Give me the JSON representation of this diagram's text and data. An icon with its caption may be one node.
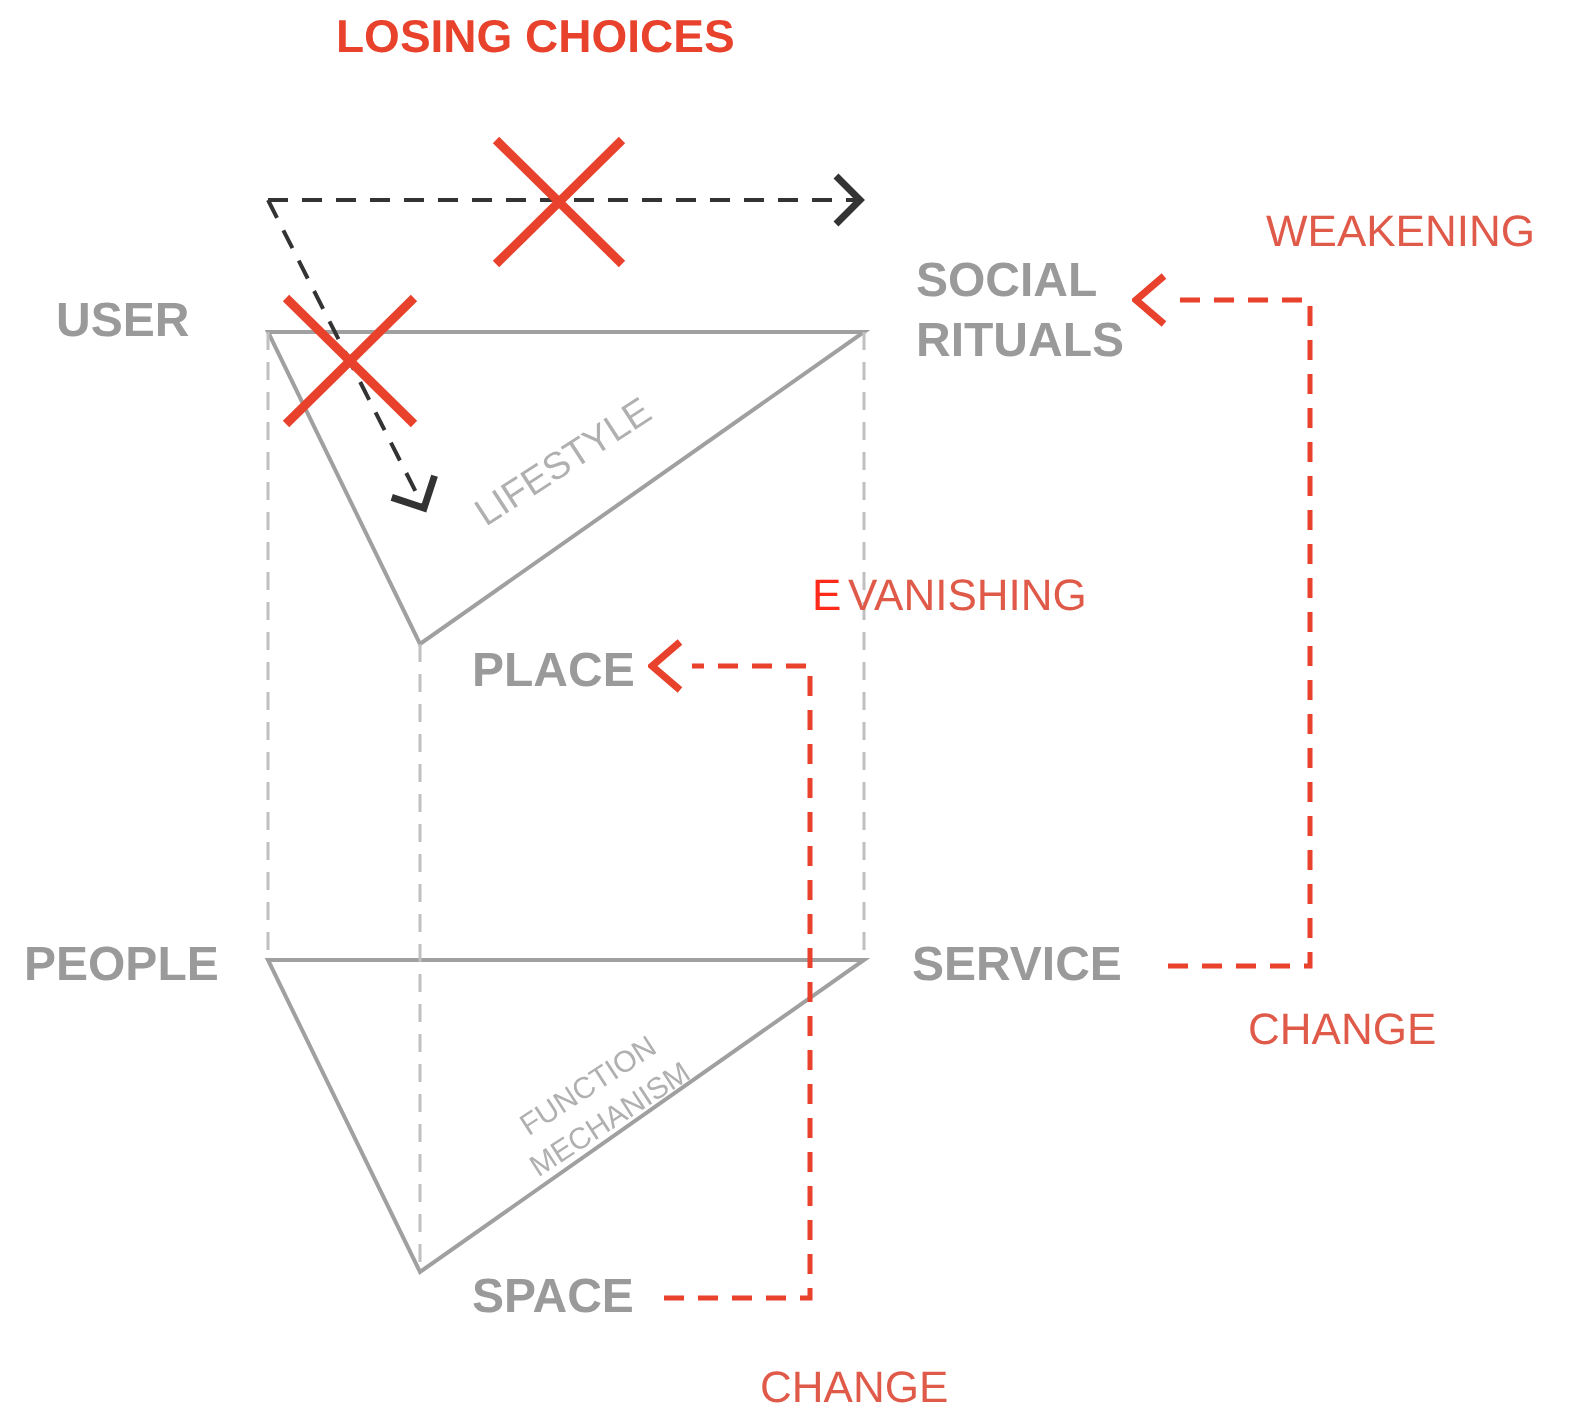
{
  "diagram": {
    "title": "LOSING CHOICES",
    "nodes": [
      {
        "text": [
          "USER"
        ]
      },
      {
        "text": [
          "SOCIAL RITUALS"
        ]
      },
      {
        "text": [
          "PLACE"
        ]
      },
      {
        "text": [
          "PEOPLE"
        ]
      },
      {
        "text": [
          "SERVICE"
        ]
      },
      {
        "text": [
          "SPACE"
        ]
      }
    ],
    "edges": [
      {
        "from": 4,
        "to": 1,
        "arrow": "to",
        "style": "dashed",
        "color": "#e8412c"
      },
      {
        "from": 5,
        "to": 2,
        "arrow": "to",
        "style": "dashed",
        "color": "#e8412c"
      }
    ],
    "labels": [
      "LIFESTYLE",
      "WEAKENING",
      "E",
      "VANISHING",
      "FUNCTION MECHANISM",
      "CHANGE",
      "CHANGE"
    ]
  }
}
